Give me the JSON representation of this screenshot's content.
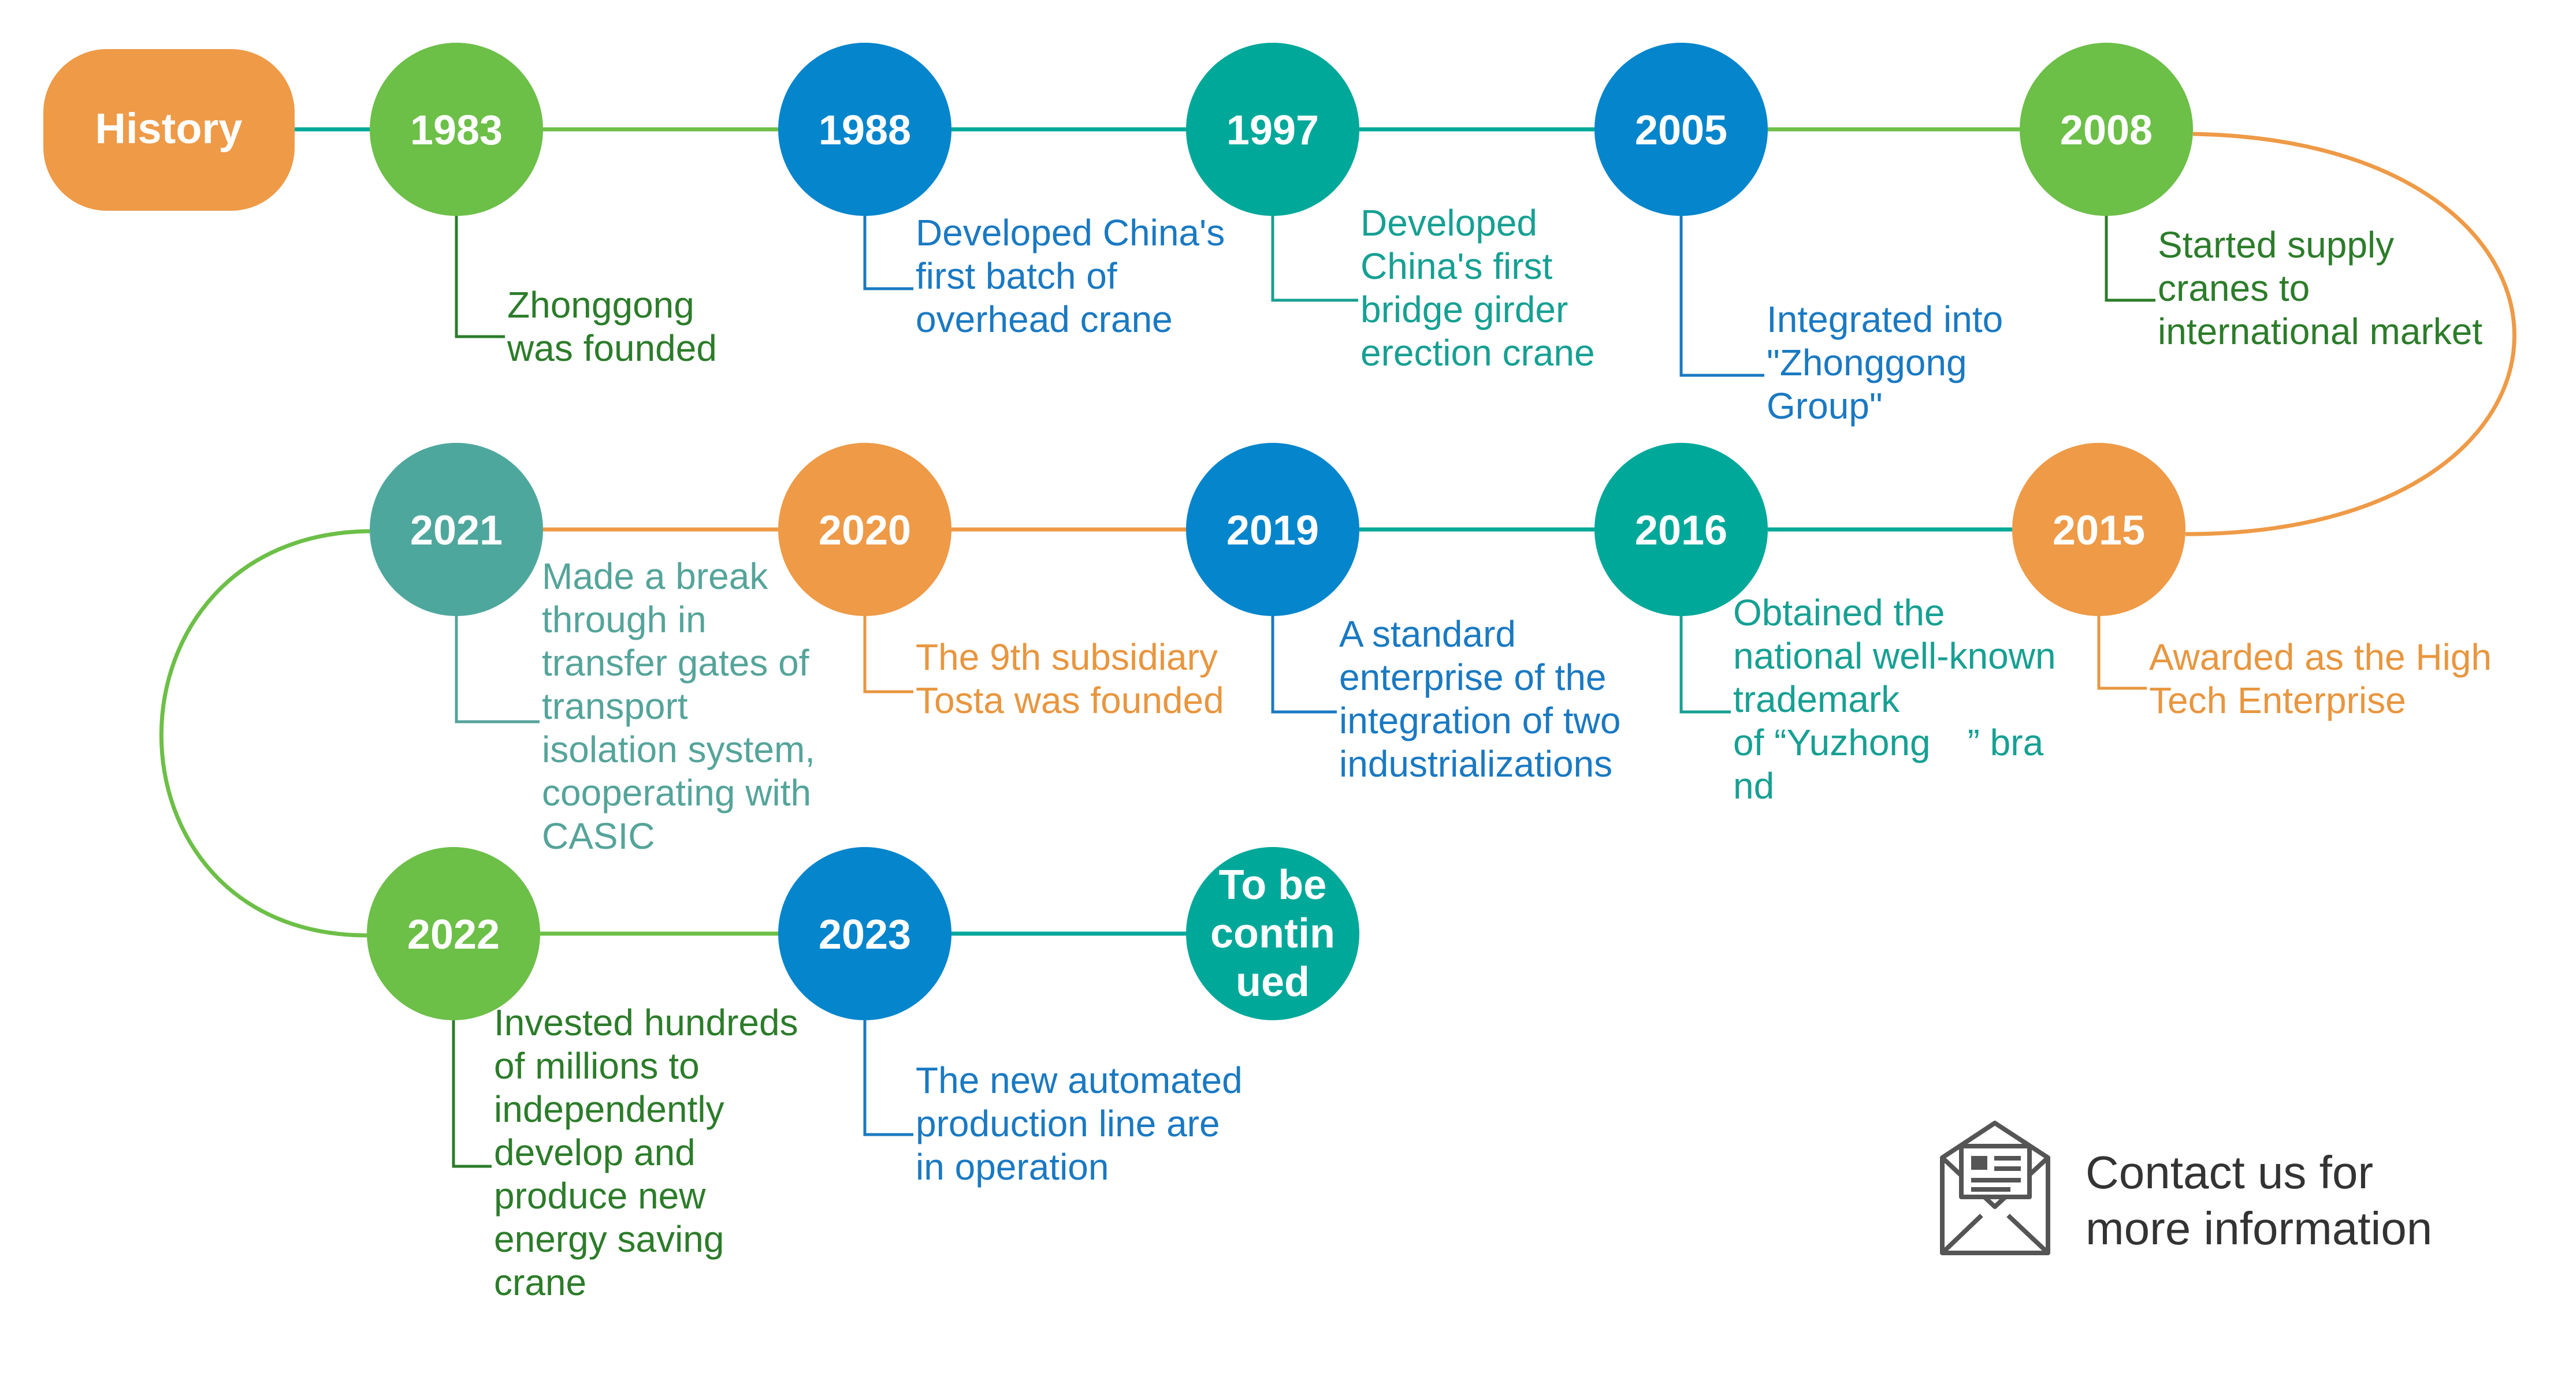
{
  "history_label": "History",
  "colors": {
    "green": "#6cbf47",
    "blue": "#0485cc",
    "teal": "#00a89a",
    "orange": "#ee9a47",
    "muted_teal": "#4ea79d",
    "text_green": "#2c7c2a",
    "text_blue": "#1a79c2",
    "text_teal": "#16a093",
    "text_orange": "#e8963f",
    "text_muted_teal": "#55a49a"
  },
  "events": [
    {
      "year": "1983",
      "lines": [
        "Zhonggong",
        "was founded"
      ]
    },
    {
      "year": "1988",
      "lines": [
        "Developed China's",
        "first batch of",
        "overhead crane"
      ]
    },
    {
      "year": "1997",
      "lines": [
        "Developed",
        "China's first",
        "bridge girder",
        "erection crane"
      ]
    },
    {
      "year": "2005",
      "lines": [
        "Integrated into",
        "\"Zhonggong",
        "Group\""
      ]
    },
    {
      "year": "2008",
      "lines": [
        "Started supply",
        "cranes to",
        "international market"
      ]
    },
    {
      "year": "2015",
      "lines": [
        "Awarded as the High",
        "Tech Enterprise"
      ]
    },
    {
      "year": "2016",
      "lines": [
        "Obtained the",
        "national well-known",
        "trademark",
        "of “Yuzhong　”  bra",
        "nd"
      ]
    },
    {
      "year": "2019",
      "lines": [
        "A standard",
        "enterprise of the",
        "integration of two",
        "industrializations"
      ]
    },
    {
      "year": "2020",
      "lines": [
        "The 9th subsidiary",
        "Tosta was founded"
      ]
    },
    {
      "year": "2021",
      "lines": [
        "Made a break",
        "through in",
        "transfer gates of",
        "transport",
        "isolation system,",
        "cooperating with",
        "CASIC"
      ]
    },
    {
      "year": "2022",
      "lines": [
        "Invested hundreds",
        "of millions to",
        "independently",
        "develop and",
        "produce new",
        "energy saving",
        "crane"
      ]
    },
    {
      "year": "2023",
      "lines": [
        "The new automated",
        "production line are",
        "in operation"
      ]
    },
    {
      "year": "To be contin ued",
      "lines": []
    }
  ],
  "final_node_lines": [
    "To be",
    "contin",
    "ued"
  ],
  "contact": {
    "icon": "envelope-newsletter-icon",
    "line1": "Contact us for",
    "line2": "more information"
  }
}
